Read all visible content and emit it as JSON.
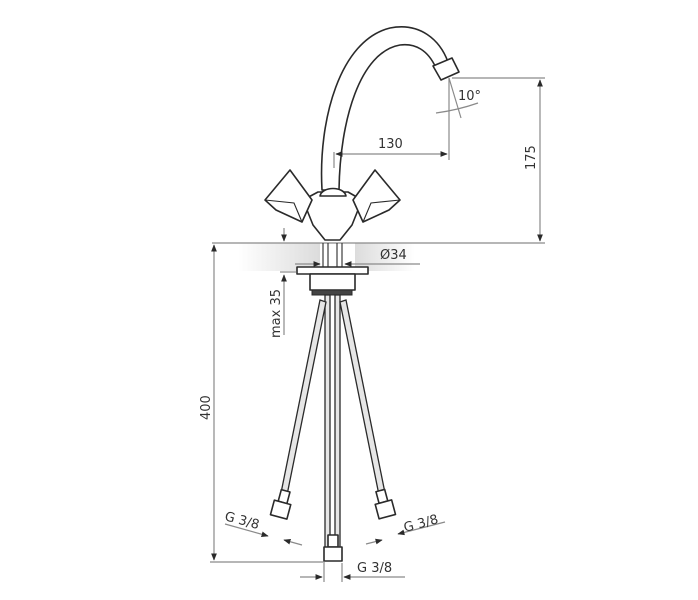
{
  "drawing": {
    "subject": "Two-handle kitchen faucet with swivel spout - dimension drawing",
    "units": "mm",
    "colors": {
      "outline": "#2a2a2a",
      "dimension": "#8a8a8a",
      "text": "#333333",
      "countertop_shade": "#e2e2e2"
    }
  },
  "dimensions": {
    "spout_reach": "130",
    "spout_angle": "10°",
    "height_above_counter": "175",
    "mount_hole_diameter": "Ø34",
    "max_counter_thickness": "max 35",
    "hose_length": "400",
    "thread_left": "G 3/8",
    "thread_right": "G 3/8",
    "thread_center": "G 3/8"
  }
}
